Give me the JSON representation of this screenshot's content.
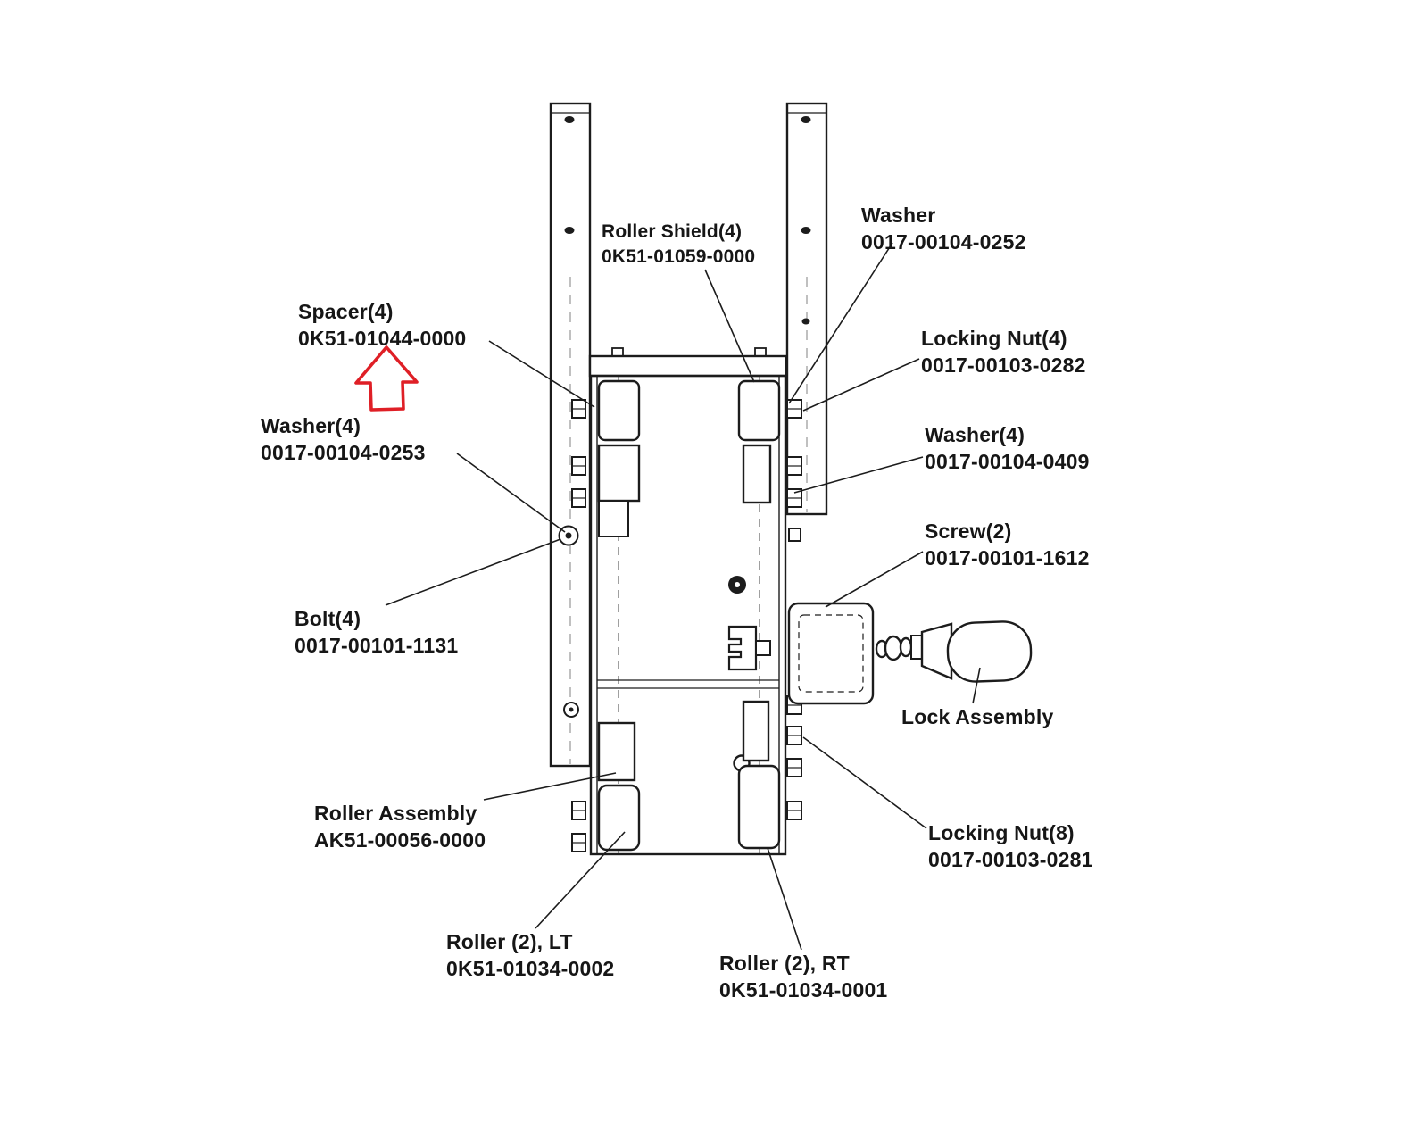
{
  "diagram": {
    "kind": "mechanical-parts-callout-diagram",
    "highlight_color": "#df1f26",
    "line_color": "#1c1c1c",
    "labels": [
      {
        "id": "roller-shield",
        "name": "Roller Shield(4)",
        "part": "0K51-01059-0000"
      },
      {
        "id": "washer-top",
        "name": "Washer",
        "part": "0017-00104-0252"
      },
      {
        "id": "spacer",
        "name": "Spacer(4)",
        "part": "0K51-01044-0000"
      },
      {
        "id": "locking-nut-4",
        "name": "Locking Nut(4)",
        "part": "0017-00103-0282"
      },
      {
        "id": "washer-left",
        "name": "Washer(4)",
        "part": "0017-00104-0253"
      },
      {
        "id": "washer-right",
        "name": "Washer(4)",
        "part": "0017-00104-0409"
      },
      {
        "id": "screw-2",
        "name": "Screw(2)",
        "part": "0017-00101-1612"
      },
      {
        "id": "bolt-4",
        "name": "Bolt(4)",
        "part": "0017-00101-1131"
      },
      {
        "id": "lock-assembly",
        "name": "Lock Assembly",
        "part": ""
      },
      {
        "id": "roller-assembly",
        "name": "Roller Assembly",
        "part": "AK51-00056-0000"
      },
      {
        "id": "locking-nut-8",
        "name": "Locking Nut(8)",
        "part": "0017-00103-0281"
      },
      {
        "id": "roller-lt",
        "name": "Roller (2), LT",
        "part": "0K51-01034-0002"
      },
      {
        "id": "roller-rt",
        "name": "Roller (2), RT",
        "part": "0K51-01034-0001"
      }
    ]
  }
}
